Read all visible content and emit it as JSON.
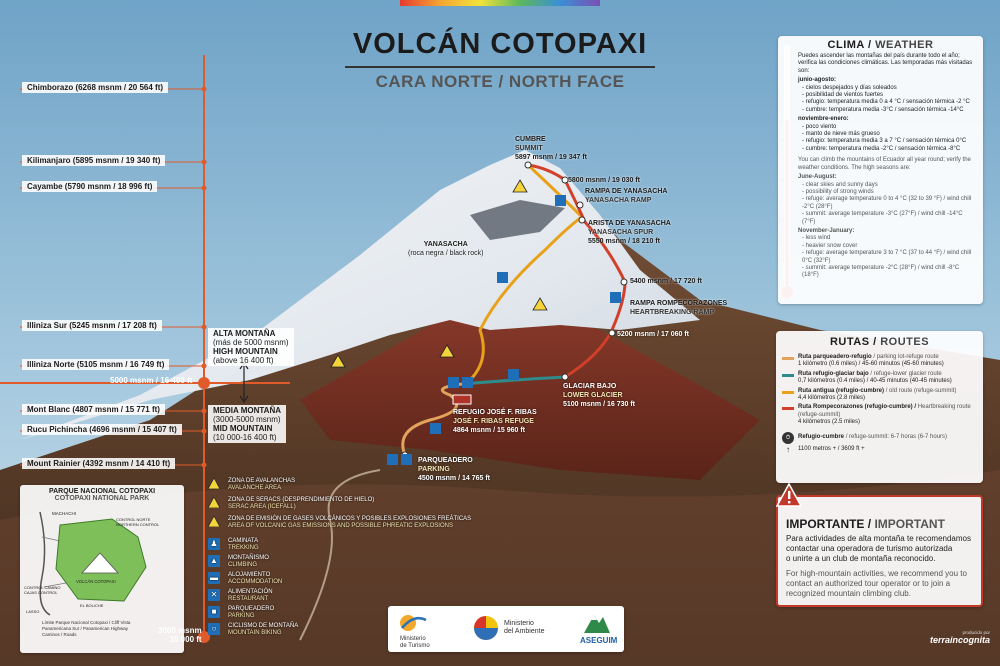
{
  "title": "VOLCÁN COTOPAXI",
  "subtitle": "CARA NORTE / NORTH FACE",
  "height_scale": [
    {
      "label": "Chimborazo (6268 msnm / 20 564 ft)"
    },
    {
      "label": "Kilimanjaro (5895 msnm / 19 340 ft)"
    },
    {
      "label": "Cayambe (5790 msnm / 18 996 ft)"
    },
    {
      "label": "Illiniza Sur (5245 msnm / 17 208 ft)"
    },
    {
      "label": "Illiniza Norte (5105 msnm / 16 749 ft)"
    },
    {
      "label": "Mont Blanc (4807 msnm / 15 771 ft)"
    },
    {
      "label": "Rucu Pichincha (4696 msnm / 15 407 ft)"
    },
    {
      "label": "Mount Rainier (4392 msnm / 14 410 ft)"
    }
  ],
  "zones": {
    "high_es": "ALTA MONTAÑA",
    "high_es2": "(más de 5000 msnm)",
    "high_en": "HIGH MOUNTAIN",
    "high_en2": "(above 16 400 ft)",
    "line_5000": "5000 msnm / 16 400 ft",
    "mid_es": "MEDIA MONTAÑA",
    "mid_es2": "(3000-5000 msnm)",
    "mid_en": "MID MOUNTAIN",
    "mid_en2": "(10 000-16 400 ft)",
    "base_1": "3000 msnm",
    "base_2": "10 000 ft"
  },
  "waypoints": {
    "summit_es": "CUMBRE",
    "summit_en": "SUMMIT",
    "summit_alt": "5897 msnm / 19 347 ft",
    "p5800": "5800 msnm / 19 030 ft",
    "ramp_es": "RAMPA DE YANASACHA",
    "ramp_en": "YANASACHA RAMP",
    "spur_es": "ARISTA DE YANASACHA",
    "spur_en": "YANASACHA SPUR",
    "spur_alt": "5550 msnm / 18 210 ft",
    "yana_1": "YANASACHA",
    "yana_2": "(roca negra / black rock)",
    "p5400": "5400 msnm / 17 720 ft",
    "heart_es": "RAMPA ROMPECORAZONES",
    "heart_en": "HEARTBREAKING RAMP",
    "p5200": "5200 msnm / 17 060 ft",
    "glacier_es": "GLACIAR BAJO",
    "glacier_en": "LOWER GLACIER",
    "glacier_alt": "5100 msnm / 16 730 ft",
    "refuge_es": "REFUGIO JOSÉ F. RIBAS",
    "refuge_en": "JOSÉ F. RIBAS REFUGE",
    "refuge_alt": "4864 msnm / 15 960 ft",
    "parking_es": "PARQUEADERO",
    "parking_en": "PARKING",
    "parking_alt": "4500 msnm / 14 765 ft"
  },
  "weather": {
    "title_es": "CLIMA",
    "title_en": "WEATHER",
    "intro_es": "Puedes ascender las montañas del país durante todo el año; verifica las condiciones climáticas. Las temporadas más visitadas son:",
    "s1_head": "junio-agosto:",
    "s1_l1": "- cielos despejados y días soleados",
    "s1_l2": "- posibilidad de vientos fuertes",
    "s1_l3": "- refugio: temperatura media 0 a 4 °C / sensación térmica -2 °C",
    "s1_l4": "- cumbre: temperatura media -3°C / sensación térmica -14°C",
    "s2_head": "noviembre-enero:",
    "s2_l1": "- poco viento",
    "s2_l2": "- manto de nieve más grueso",
    "s2_l3": "- refugio: temperatura media 3 a 7 °C / sensación térmica 0°C",
    "s2_l4": "- cumbre: temperatura media -2°C / sensación térmica -8°C",
    "intro_en": "You can climb the mountains of Ecuador all year round; verify the weather conditions. The high seasons are:",
    "s3_head": "June-August:",
    "s3_l1": "- clear skies and sunny days",
    "s3_l2": "- possibility of strong winds",
    "s3_l3": "- refuge: average temperature 0 to 4 °C (32 to 39 °F) / wind chill -2°C (28°F)",
    "s3_l4": "- summit: average temperature -3°C (27°F) / wind chill -14°C (7°F)",
    "s4_head": "November-January:",
    "s4_l1": "- less wind",
    "s4_l2": "- heavier snow cover",
    "s4_l3": "- refuge: average temperature 3 to 7 °C (37 to 44 °F) / wind chill 0°C (32°F)",
    "s4_l4": "- summit: average temperature -2°C (28°F) / wind chill -8°C (18°F)"
  },
  "routes": {
    "title_es": "RUTAS",
    "title_en": "ROUTES",
    "items": [
      {
        "color": "#e2a35c",
        "es": "Ruta parqueadero-refugio",
        "en": "/ parking lot-refuge route",
        "detail": "1 kilómetro (0.6 miles) / 45-60 minutos (45-60 minutes)"
      },
      {
        "color": "#2f8a8a",
        "es": "Ruta refugio-glaciar bajo",
        "en": "/ refuge-lower glacier route",
        "detail": "0,7 kilómetros (0.4 miles) / 40-45 minutos (40-45 minutes)"
      },
      {
        "color": "#e8a21a",
        "es": "Ruta antigua (refugio-cumbre)",
        "en": "/ old route (refuge-summit)",
        "detail": "4,4 kilómetros (2.8 miles)"
      },
      {
        "color": "#d2402a",
        "es": "Ruta Rompecorazones (refugio-cumbre) /",
        "en": "Heartbreaking route (refuge-summit)",
        "detail": "4 kilómetros (2.5 miles)"
      }
    ],
    "time_es": "Refugio-cumbre",
    "time_en": "/ refuge-summit: 6-7 horas (6-7 hours)",
    "scale_note": "1100 metros + / 3609 ft +"
  },
  "important": {
    "title_es": "IMPORTANTE",
    "title_en": "IMPORTANT",
    "es_1": "Para actividades de alta montaña te recomendamos",
    "es_2": "contactar una operadora de turismo autorizada",
    "es_3": "o unirte a un club de montaña reconocido.",
    "en_1": "For high-mountain activities, we recommend you to",
    "en_2": "contact an authorized tour operator or to join a",
    "en_3": "recognized mountain climbing club."
  },
  "legend": [
    {
      "icon": "warning",
      "es": "ZONA DE AVALANCHAS",
      "en": "AVALANCHE AREA"
    },
    {
      "icon": "warning",
      "es": "ZONA DE SERACS (DESPRENDIMIENTO DE HIELO)",
      "en": "SERAC AREA (ICEFALL)"
    },
    {
      "icon": "warning",
      "es": "ZONA DE EMISIÓN DE GASES VOLCÁNICOS Y POSIBLES EXPLOSIONES FREÁTICAS",
      "en": "AREA OF VOLCANIC GAS EMISSIONS AND POSSIBLE PHREATIC EXPLOSIONS"
    },
    {
      "icon": "hiker",
      "es": "CAMINATA",
      "en": "TREKKING"
    },
    {
      "icon": "climber",
      "es": "MONTAÑISMO",
      "en": "CLIMBING"
    },
    {
      "icon": "bed",
      "es": "ALOJAMIENTO",
      "en": "ACCOMMODATION"
    },
    {
      "icon": "food",
      "es": "ALIMENTACIÓN",
      "en": "RESTAURANT"
    },
    {
      "icon": "car",
      "es": "PARQUEADERO",
      "en": "PARKING"
    },
    {
      "icon": "bike",
      "es": "CICLISMO DE MONTAÑA",
      "en": "MOUNTAIN BIKING"
    }
  ],
  "park_map": {
    "title_es": "PARQUE NACIONAL COTOPAXI",
    "title_en": "COTOPAXI NATIONAL PARK",
    "labels": [
      "MACHACHI",
      "CONTROL NORTE",
      "NORTHERN CONTROL",
      "CONTROL CAMINO",
      "CAJAS CONTROL",
      "VOLCÁN COTOPAXI",
      "EL BOLICHE",
      "LASSO"
    ],
    "key_1": "Límite Parque Nacional Cotopaxi / Cliff Vista",
    "key_2": "Panamericana Sur / Panamerican Highway",
    "key_3": "Caminos / Roads"
  },
  "logos": {
    "mintur_1": "Ministerio",
    "mintur_2": "de Turismo",
    "minamb_1": "Ministerio",
    "minamb_2": "del Ambiente",
    "aseguim": "ASEGUIM"
  },
  "credit": {
    "produced": "producido por",
    "brand": "terraincognita"
  }
}
